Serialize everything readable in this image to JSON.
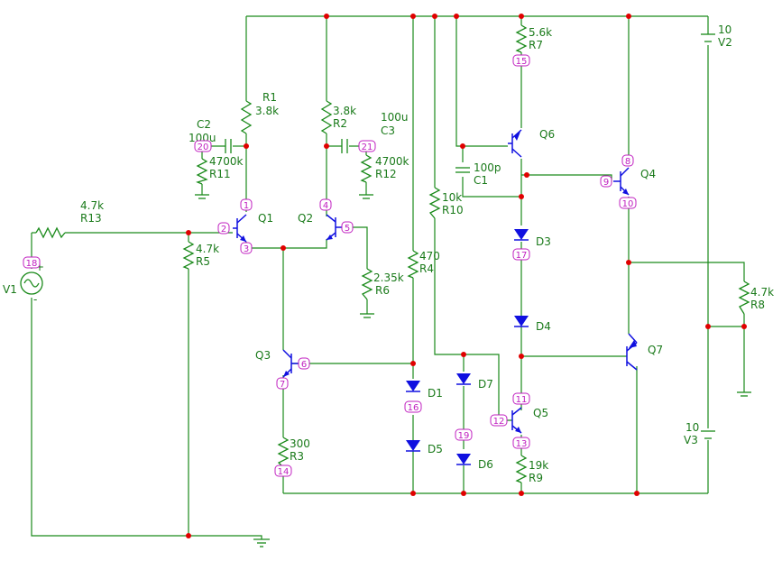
{
  "components": {
    "R1": {
      "name": "R1",
      "value": "3.8k"
    },
    "R2": {
      "name": "R2",
      "value": "3.8k"
    },
    "R3": {
      "name": "R3",
      "value": "300"
    },
    "R4": {
      "name": "R4",
      "value": "470"
    },
    "R5": {
      "name": "R5",
      "value": "4.7k"
    },
    "R6": {
      "name": "R6",
      "value": "2.35k"
    },
    "R7": {
      "name": "R7",
      "value": "5.6k"
    },
    "R8": {
      "name": "R8",
      "value": "4.7k"
    },
    "R9": {
      "name": "R9",
      "value": "19k"
    },
    "R10": {
      "name": "R10",
      "value": "10k"
    },
    "R11": {
      "name": "R11",
      "value": "4700k"
    },
    "R12": {
      "name": "R12",
      "value": "4700k"
    },
    "R13": {
      "name": "R13",
      "value": "4.7k"
    },
    "C1": {
      "name": "C1",
      "value": "100p"
    },
    "C2": {
      "name": "C2",
      "value": "100u"
    },
    "C3": {
      "name": "C3",
      "value": "100u"
    },
    "V1": {
      "name": "V1"
    },
    "V2": {
      "name": "V2",
      "value": "10"
    },
    "V3": {
      "name": "V3",
      "value": "10"
    },
    "Q1": {
      "name": "Q1"
    },
    "Q2": {
      "name": "Q2"
    },
    "Q3": {
      "name": "Q3"
    },
    "Q4": {
      "name": "Q4"
    },
    "Q5": {
      "name": "Q5"
    },
    "Q6": {
      "name": "Q6"
    },
    "Q7": {
      "name": "Q7"
    },
    "D1": {
      "name": "D1"
    },
    "D3": {
      "name": "D3"
    },
    "D4": {
      "name": "D4"
    },
    "D5": {
      "name": "D5"
    },
    "D6": {
      "name": "D6"
    },
    "D7": {
      "name": "D7"
    }
  },
  "nodes": {
    "n1": "1",
    "n2": "2",
    "n3": "3",
    "n4": "4",
    "n5": "5",
    "n6": "6",
    "n7": "7",
    "n8": "8",
    "n9": "9",
    "n10": "10",
    "n11": "11",
    "n12": "12",
    "n13": "13",
    "n14": "14",
    "n15": "15",
    "n16": "16",
    "n17": "17",
    "n18": "18",
    "n19": "19",
    "n20": "20",
    "n21": "21"
  },
  "source": {
    "plus": "+",
    "minus": "-"
  },
  "colors": {
    "wire": "#1a8a1a",
    "device": "#1010e0",
    "node": "#c020c0",
    "junction": "#e00000"
  }
}
